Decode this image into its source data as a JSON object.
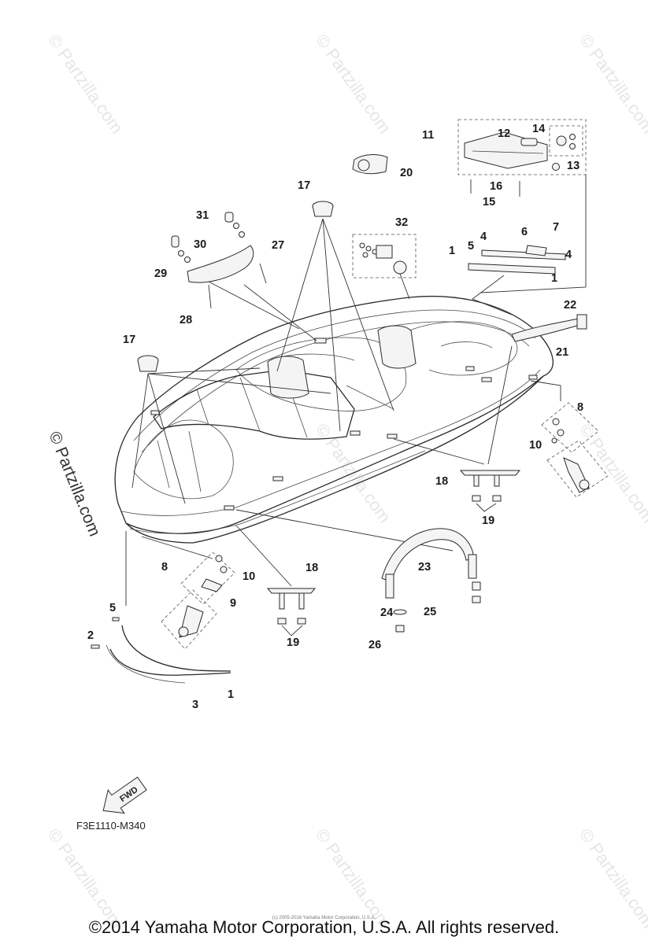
{
  "diagram": {
    "code": "F3E1110-M340",
    "fwd_label": "FWD",
    "watermark": "© Partzilla.com",
    "copyright": "©2014 Yamaha Motor Corporation, U.S.A. All rights reserved.",
    "small_copyright": "(c) 2005-2016 Yamaha Motor Corporation, U.S.A."
  },
  "callouts": [
    {
      "key": "c1a",
      "text": "1"
    },
    {
      "key": "c1b",
      "text": "1"
    },
    {
      "key": "c1c",
      "text": "1"
    },
    {
      "key": "c2",
      "text": "2"
    },
    {
      "key": "c3",
      "text": "3"
    },
    {
      "key": "c4a",
      "text": "4"
    },
    {
      "key": "c4b",
      "text": "4"
    },
    {
      "key": "c5a",
      "text": "5"
    },
    {
      "key": "c5b",
      "text": "5"
    },
    {
      "key": "c6",
      "text": "6"
    },
    {
      "key": "c7",
      "text": "7"
    },
    {
      "key": "c8a",
      "text": "8"
    },
    {
      "key": "c8b",
      "text": "8"
    },
    {
      "key": "c9",
      "text": "9"
    },
    {
      "key": "c10a",
      "text": "10"
    },
    {
      "key": "c10b",
      "text": "10"
    },
    {
      "key": "c11",
      "text": "11"
    },
    {
      "key": "c12",
      "text": "12"
    },
    {
      "key": "c13",
      "text": "13"
    },
    {
      "key": "c14",
      "text": "14"
    },
    {
      "key": "c15",
      "text": "15"
    },
    {
      "key": "c16",
      "text": "16"
    },
    {
      "key": "c17a",
      "text": "17"
    },
    {
      "key": "c17b",
      "text": "17"
    },
    {
      "key": "c18a",
      "text": "18"
    },
    {
      "key": "c18b",
      "text": "18"
    },
    {
      "key": "c19a",
      "text": "19"
    },
    {
      "key": "c19b",
      "text": "19"
    },
    {
      "key": "c20",
      "text": "20"
    },
    {
      "key": "c21",
      "text": "21"
    },
    {
      "key": "c22",
      "text": "22"
    },
    {
      "key": "c23",
      "text": "23"
    },
    {
      "key": "c24",
      "text": "24"
    },
    {
      "key": "c25",
      "text": "25"
    },
    {
      "key": "c26",
      "text": "26"
    },
    {
      "key": "c27",
      "text": "27"
    },
    {
      "key": "c28",
      "text": "28"
    },
    {
      "key": "c29",
      "text": "29"
    },
    {
      "key": "c30",
      "text": "30"
    },
    {
      "key": "c31",
      "text": "31"
    },
    {
      "key": "c32",
      "text": "32"
    }
  ]
}
